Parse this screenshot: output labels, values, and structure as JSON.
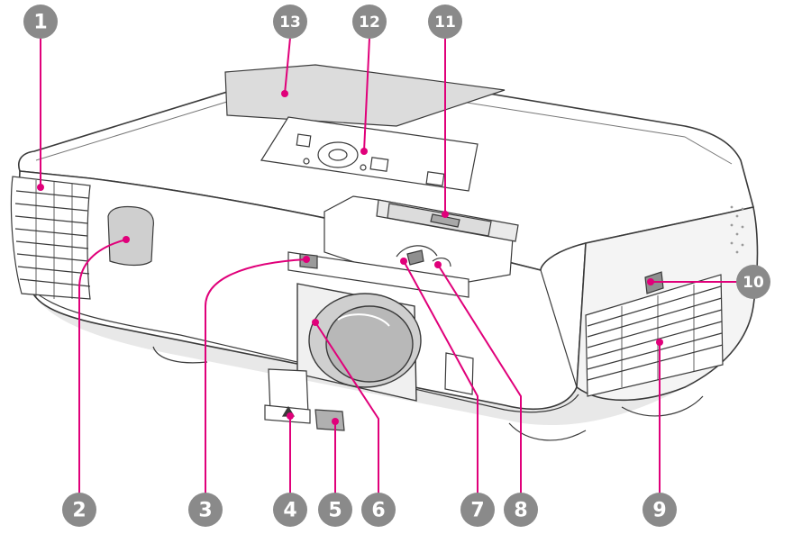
{
  "colors": {
    "badge": "#8a8a8a",
    "leader": "#e0007a",
    "outline": "#3a3a3a",
    "body": "#ffffff",
    "shade": "#d9d9d9"
  },
  "callouts": [
    {
      "label": "1"
    },
    {
      "label": "2"
    },
    {
      "label": "3"
    },
    {
      "label": "4"
    },
    {
      "label": "5"
    },
    {
      "label": "6"
    },
    {
      "label": "7"
    },
    {
      "label": "8"
    },
    {
      "label": "9"
    },
    {
      "label": "10"
    },
    {
      "label": "11"
    },
    {
      "label": "12"
    },
    {
      "label": "13"
    }
  ]
}
